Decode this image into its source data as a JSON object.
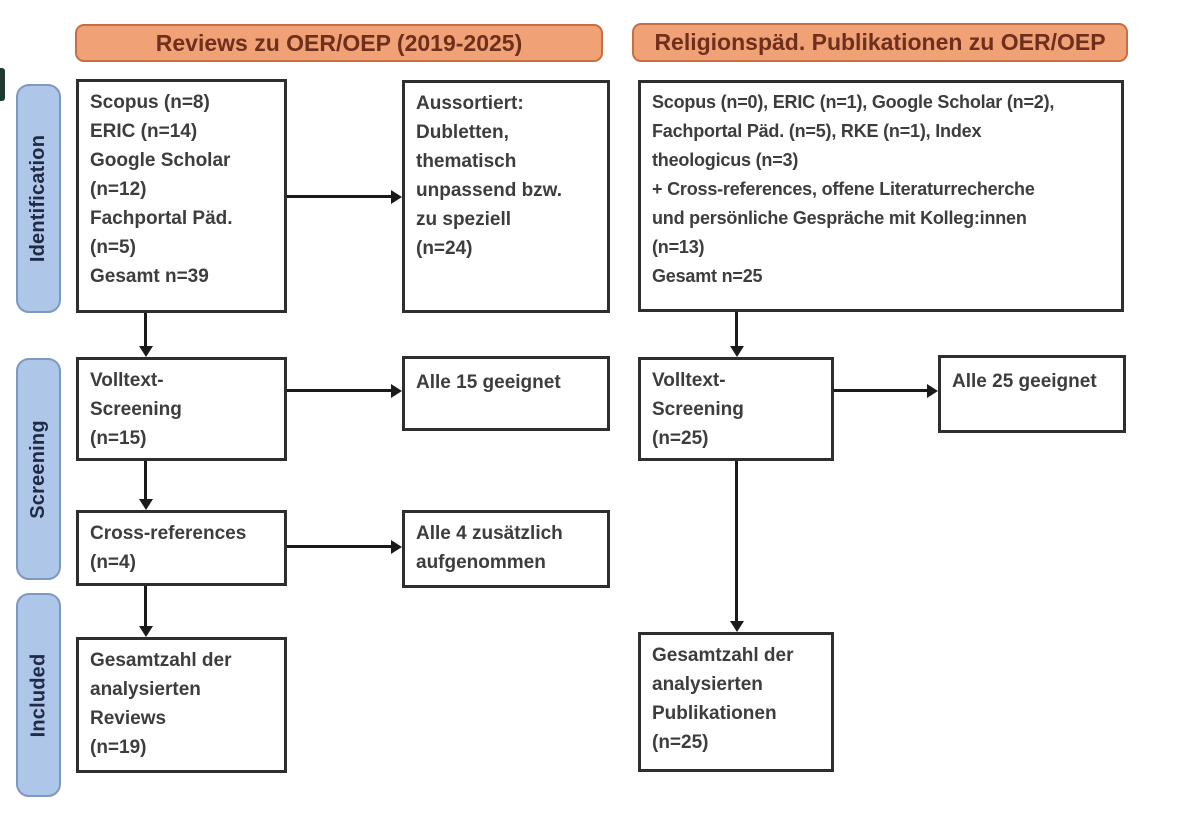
{
  "title": "PRISMA-style literature flow diagram",
  "headers": {
    "left": "Reviews zu OER/OEP (2019-2025)",
    "right": "Religionspäd. Publikationen zu OER/OEP"
  },
  "stages": {
    "identification": "Identification",
    "screening": "Screening",
    "included": "Included"
  },
  "boxes": {
    "left_sources": "Scopus (n=8)\nERIC (n=14)\nGoogle Scholar\n(n=12)\nFachportal Päd.\n(n=5)\nGesamt n=39",
    "left_excluded": "Aussortiert:\nDubletten,\nthematisch\nunpassend bzw.\nzu speziell\n(n=24)",
    "left_fulltext": "Volltext-\nScreening\n(n=15)",
    "left_eligible": "Alle 15 geeignet",
    "left_crossref": "Cross-references\n(n=4)",
    "left_added": "Alle 4 zusätzlich\naufgenommen",
    "left_included": "Gesamtzahl der\nanalysierten\nReviews\n(n=19)",
    "right_sources": "Scopus (n=0), ERIC (n=1), Google Scholar (n=2),\nFachportal Päd. (n=5), RKE (n=1), Index\ntheologicus (n=3)\n+ Cross-references, offene Literaturrecherche\nund persönliche Gespräche mit Kolleg:innen\n(n=13)\nGesamt n=25",
    "right_fulltext": "Volltext-\nScreening\n(n=25)",
    "right_eligible": "Alle 25 geeignet",
    "right_included": "Gesamtzahl der\nanalysierten\nPublikationen\n(n=25)"
  },
  "colors": {
    "header_fill": "#f0a276",
    "header_border": "#c76f42",
    "header_text": "#6e2f1d",
    "stage_fill": "#aec6e8",
    "stage_border": "#7d98c2",
    "stage_text": "#1f2a44",
    "box_border": "#2e2e2e",
    "box_text": "#3d3d3d",
    "arrow": "#1a1a1a",
    "edge_artifact": "#1f3a33"
  }
}
